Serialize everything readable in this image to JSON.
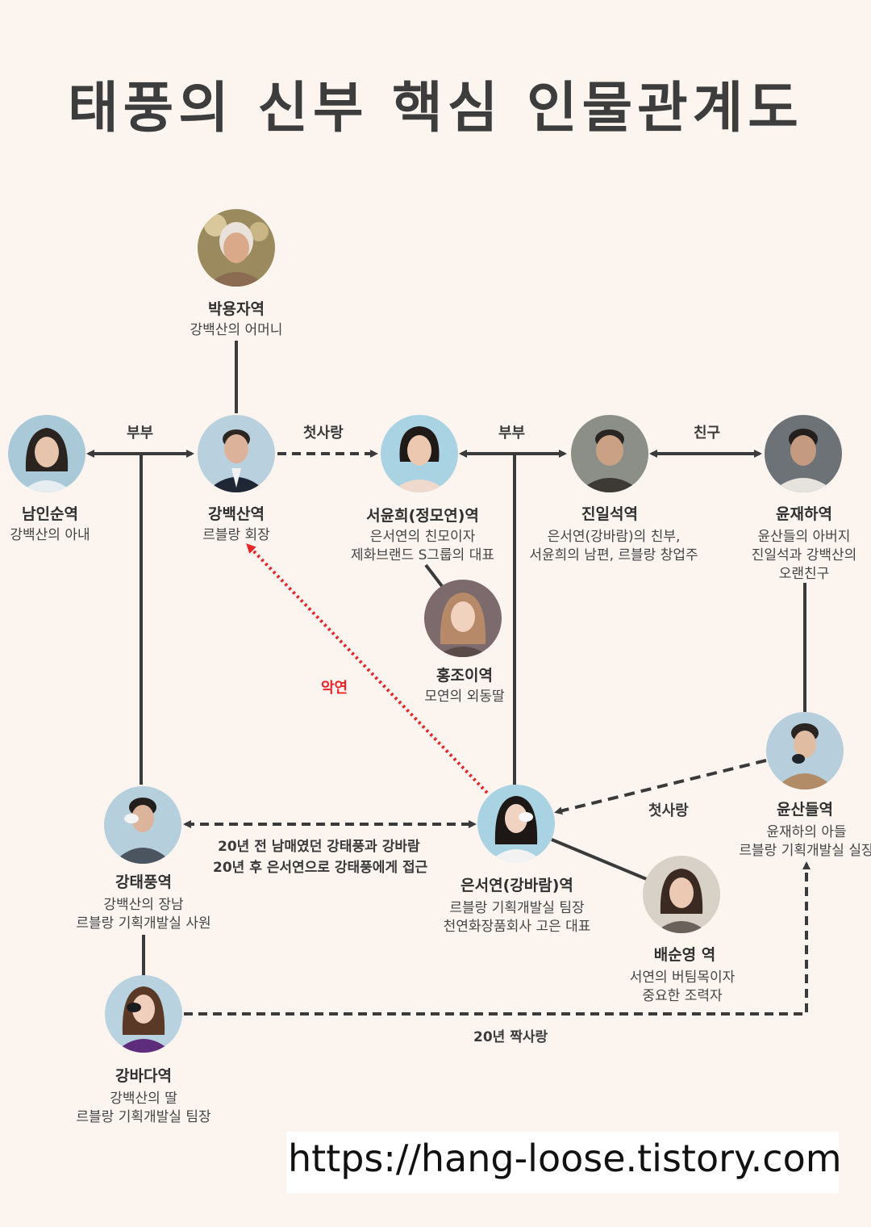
{
  "title": "태풍의 신부 핵심 인물관계도",
  "url": "https://hang-loose.tistory.com",
  "characters": {
    "park": {
      "name": "박용자역",
      "desc": [
        "강백산의 어머니"
      ]
    },
    "nam": {
      "name": "남인순역",
      "desc": [
        "강백산의 아내"
      ]
    },
    "kang_baeksan": {
      "name": "강백산역",
      "desc": [
        "르블랑 회장"
      ]
    },
    "seo": {
      "name": "서윤희(정모연)역",
      "desc": [
        "은서연의 친모이자",
        "제화브랜드 S그룹의 대표"
      ]
    },
    "jin": {
      "name": "진일석역",
      "desc": [
        "은서연(강바람)의 친부,",
        "서윤희의 남편, 르블랑 창업주"
      ]
    },
    "yoon_jaeha": {
      "name": "윤재하역",
      "desc": [
        "윤산들의 아버지",
        "진일석과 강백산의",
        "오랜친구"
      ]
    },
    "hong": {
      "name": "홍조이역",
      "desc": [
        "모연의 외동딸"
      ]
    },
    "yoon_sandeul": {
      "name": "윤산들역",
      "desc": [
        "윤재하의 아들",
        "르블랑 기획개발실 실장"
      ]
    },
    "kang_taepung": {
      "name": "강태풍역",
      "desc": [
        "강백산의 장남",
        "르블랑 기획개발실 사원"
      ]
    },
    "eun": {
      "name": "은서연(강바람)역",
      "desc": [
        "르블랑 기획개발실 팀장",
        "천연화장품회사 고은 대표"
      ]
    },
    "bae": {
      "name": "배순영 역",
      "desc": [
        "서연의 버팀목이자",
        "중요한 조력자"
      ]
    },
    "kang_bada": {
      "name": "강바다역",
      "desc": [
        "강백산의 딸",
        "르블랑 기획개발실 팀장"
      ]
    }
  },
  "relations": {
    "bubu1": "부부",
    "first_love1": "첫사랑",
    "bubu2": "부부",
    "friend": "친구",
    "akyeon": "악연",
    "first_love2": "첫사랑",
    "siblings_line1": "20년 전 남매였던 강태풍과 강바람",
    "siblings_line2": "20년 후 은서연으로 강태풍에게 접근",
    "crush": "20년 짝사랑"
  },
  "colors": {
    "background": "#fbf4ef",
    "line": "#3a3a3a",
    "accent_red": "#e8262a"
  }
}
